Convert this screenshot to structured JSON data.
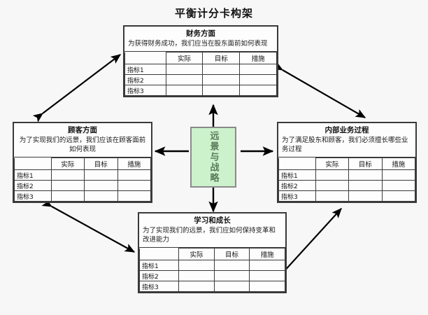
{
  "page": {
    "title": "平衡计分卡构架",
    "background_color": "#f7f7f7",
    "accent_color": "#ccf2cc",
    "line_color": "#000000"
  },
  "center": {
    "label": "远景与战略",
    "fill_color": "#ccf2cc",
    "border_color": "#8a8a8a"
  },
  "table": {
    "headers": [
      "",
      "实际",
      "目标",
      "措施"
    ],
    "row_labels": [
      "指标1",
      "指标2",
      "指标3"
    ]
  },
  "perspectives": {
    "financial": {
      "title": "财务方面",
      "description": "为获得财务成功，我们应当在股东面前如何表现"
    },
    "customer": {
      "title": "顾客方面",
      "description": "为了实现我们的远景，我们应该在顾客面前如何表现"
    },
    "internal": {
      "title": "内部业务过程",
      "description": "为了满足股东和顾客，我们必须擅长哪些业务过程"
    },
    "learning": {
      "title": "学习和成长",
      "description": "为了实现我们的远景，我们应如何保持变革和改进能力"
    }
  },
  "connectors": {
    "center_up": "center-to-financial-arrow",
    "center_down": "center-to-learning-arrow",
    "center_left": "center-to-customer-arrow",
    "center_right": "center-to-internal-arrow",
    "diag_tl": "customer-financial-double-arrow",
    "diag_tr": "financial-internal-double-arrow",
    "diag_bl": "customer-learning-double-arrow",
    "diag_br": "learning-internal-double-arrow"
  }
}
